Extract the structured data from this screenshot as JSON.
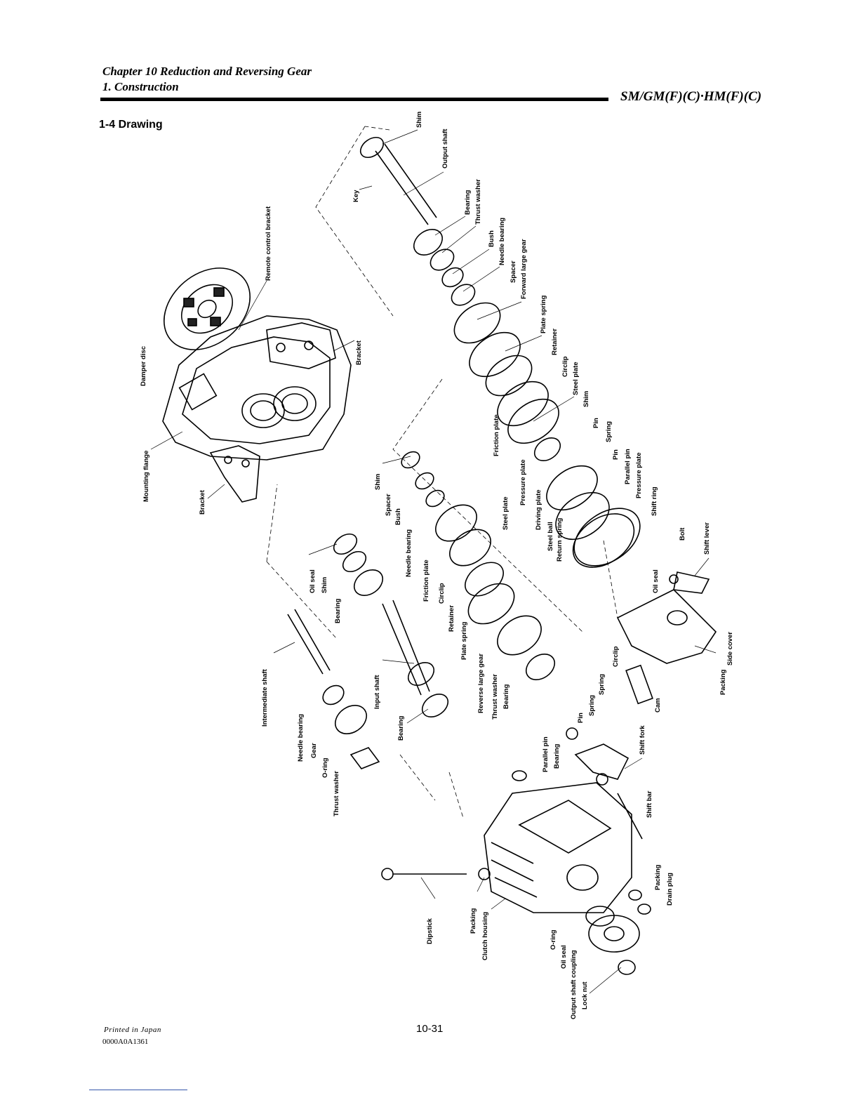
{
  "header": {
    "chapter": "Chapter 10 Reduction and Reversing Gear",
    "section": "1. Construction",
    "model": "SM/GM(F)(C)·HM(F)(C)"
  },
  "section_title": "1-4 Drawing",
  "labels": {
    "shim_top": "Shim",
    "output_shaft": "Output shaft",
    "key": "Key",
    "bearing_1": "Bearing",
    "thrust_washer_1": "Thrust washer",
    "bush_1": "Bush",
    "needle_bearing_1": "Needle bearing",
    "spacer_1": "Spacer",
    "forward_large_gear": "Forward large gear",
    "plate_spring_1": "Plate spring",
    "retainer_1": "Retainer",
    "circlip_1": "Circlip",
    "steel_plate_1": "Steel plate",
    "shim_2": "Shim",
    "pin_1": "Pin",
    "spring_1": "Spring",
    "pin_2": "Pin",
    "parallel_pin_1": "Parallel pin",
    "pressure_plate_1": "Pressure plate",
    "shift_ring": "Shift ring",
    "friction_plate_1": "Friction plate",
    "pressure_plate_2": "Pressure plate",
    "driving_plate": "Driving plate",
    "steel_ball": "Steel ball",
    "return_spring": "Return spring",
    "steel_plate_2": "Steel plate",
    "remote_control_bracket": "Remote control bracket",
    "damper_disc": "Damper disc",
    "bracket_1": "Bracket",
    "mounting_flange": "Mounting flange",
    "bracket_2": "Bracket",
    "shim_3": "Shim",
    "spacer_2": "Spacer",
    "bush_2": "Bush",
    "needle_bearing_2": "Needle bearing",
    "friction_plate_2": "Friction plate",
    "circlip_2": "Circlip",
    "retainer_2": "Retainer",
    "plate_spring_2": "Plate spring",
    "reverse_large_gear": "Reverse large gear",
    "thrust_washer_2": "Thrust washer",
    "bearing_2": "Bearing",
    "oil_seal_1": "Oil seal",
    "shim_4": "Shim",
    "bearing_3": "Bearing",
    "intermediate_shaft": "Intermediate shaft",
    "needle_bearing_3": "Needle bearing",
    "gear": "Gear",
    "o_ring_1": "O-ring",
    "thrust_washer_3": "Thrust washer",
    "input_shaft": "Input shaft",
    "bearing_4": "Bearing",
    "bolt": "Bolt",
    "shift_lever": "Shift lever",
    "oil_seal_2": "Oil seal",
    "side_cover": "Side cover",
    "packing_1": "Packing",
    "circlip_3": "Circlip",
    "spring_2": "Spring",
    "spring_3": "Spring",
    "pin_3": "Pin",
    "cam": "Cam",
    "parallel_pin_2": "Parallel pin",
    "bearing_5": "Bearing",
    "shift_fork": "Shift fork",
    "shift_bar": "Shift bar",
    "dipstick": "Dipstick",
    "packing_2": "Packing",
    "clutch_housing": "Clutch housing",
    "packing_3": "Packing",
    "drain_plug": "Drain plug",
    "o_ring_2": "O-ring",
    "oil_seal_3": "Oil seal",
    "output_shaft_coupling": "Output shaft coupling",
    "lock_nut": "Lock nut"
  },
  "footer": {
    "printed": "Printed in Japan",
    "code": "0000A0A1361",
    "page_number": "10-31"
  }
}
